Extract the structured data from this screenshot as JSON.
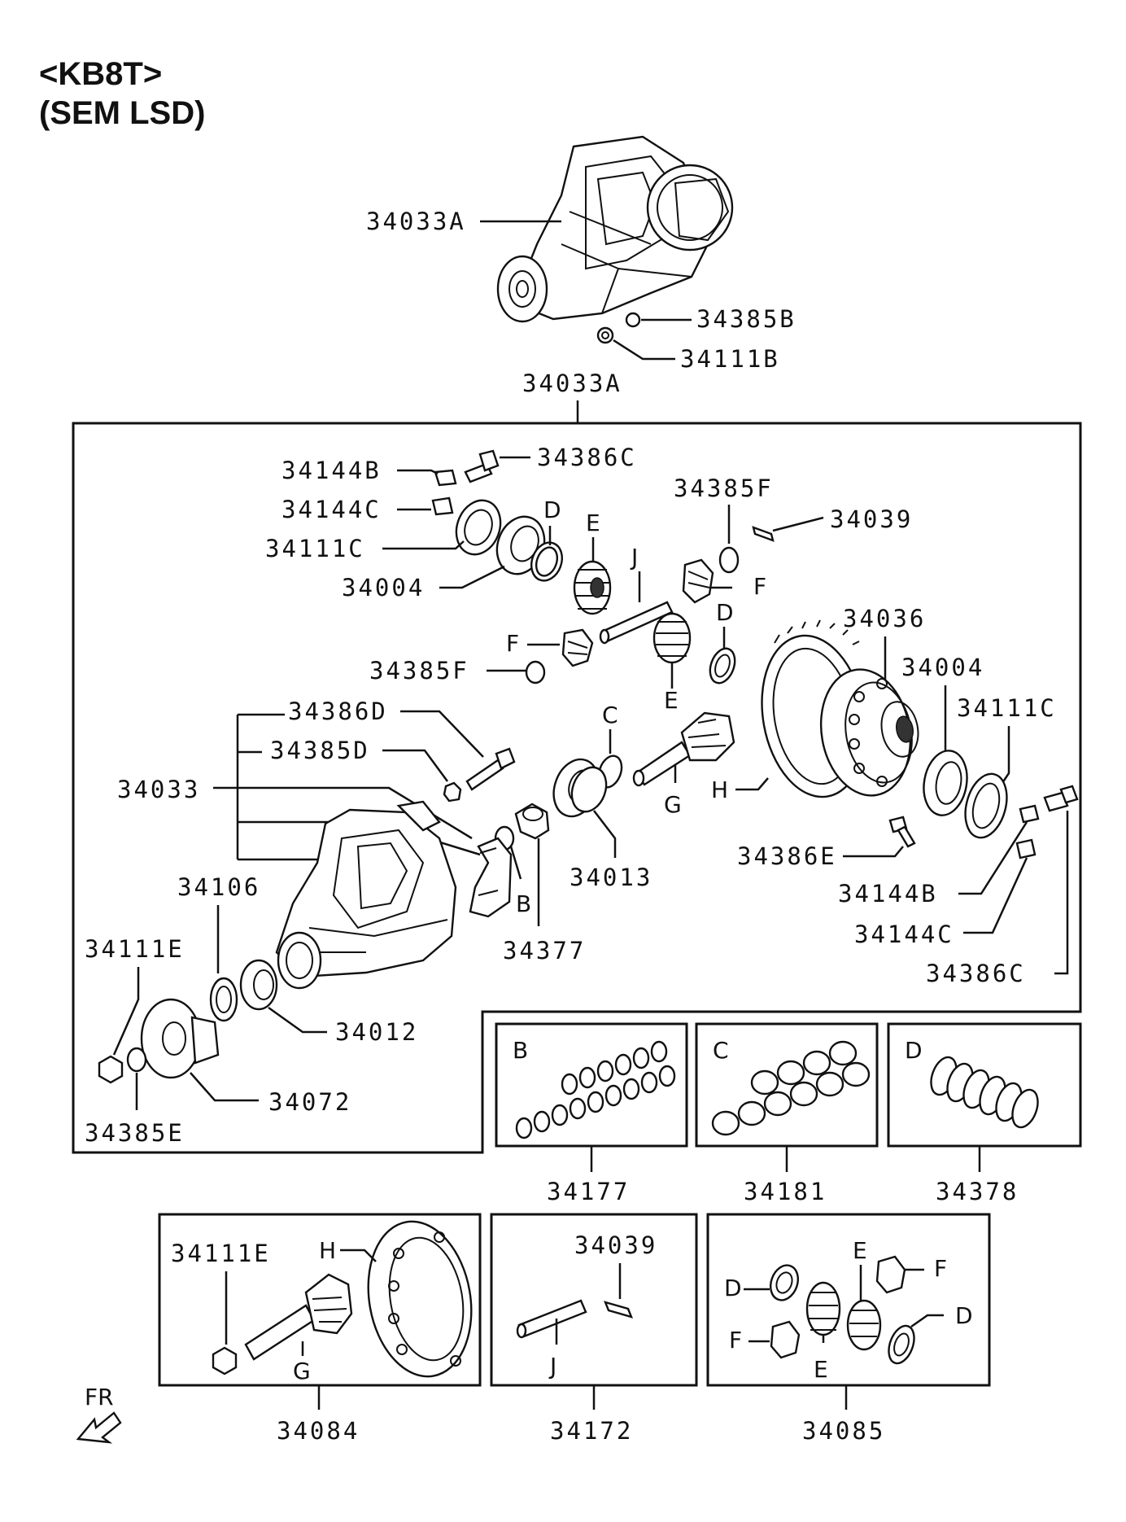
{
  "header": {
    "model": "<KB8T>",
    "variant": "(SEM LSD)"
  },
  "top_assembly": {
    "housing": "34033A",
    "washer": "34385B",
    "nut": "34111B",
    "group_label": "34033A"
  },
  "main_box": {
    "bolt_top": "34386C",
    "clip_b_top": "34144B",
    "clip_c_top": "34144C",
    "nut_c_top": "34111C",
    "bearing_left": "34004",
    "pin": "34039",
    "washer_f_top": "34385F",
    "washer_f_left": "34385F",
    "case": "34036",
    "bearing_right": "34004",
    "nut_c_right": "34111C",
    "bolt_d": "34386D",
    "washer_d": "34385D",
    "carrier": "34033",
    "oil_seal": "34106",
    "nut_e": "34111E",
    "bearing_outer": "34012",
    "flange": "34072",
    "washer_e": "34385E",
    "bearing_pinion": "34013",
    "spacer": "34377",
    "bolt_e": "34386E",
    "clip_b_right": "34144B",
    "clip_c_right": "34144C",
    "bolt_c_right": "34386C",
    "letters": {
      "d_top": "D",
      "e_top": "E",
      "j": "J",
      "f_top": "F",
      "d_mid": "D",
      "f_left": "F",
      "e_mid": "E",
      "c": "C",
      "g": "G",
      "h": "H",
      "b": "B"
    }
  },
  "kits": [
    {
      "letter": "B",
      "part": "34177"
    },
    {
      "letter": "C",
      "part": "34181"
    },
    {
      "letter": "D",
      "part": "34378"
    }
  ],
  "bottom_kits": {
    "gear_set": {
      "part": "34084",
      "nut": "34111E",
      "h": "H",
      "g": "G"
    },
    "shaft_set": {
      "part": "34172",
      "pin": "34039",
      "j": "J"
    },
    "pinion_set": {
      "part": "34085",
      "d1": "D",
      "e1": "E",
      "f1": "F",
      "d2": "D",
      "f2": "F",
      "e2": "E"
    }
  },
  "footer": {
    "fr": "FR"
  }
}
